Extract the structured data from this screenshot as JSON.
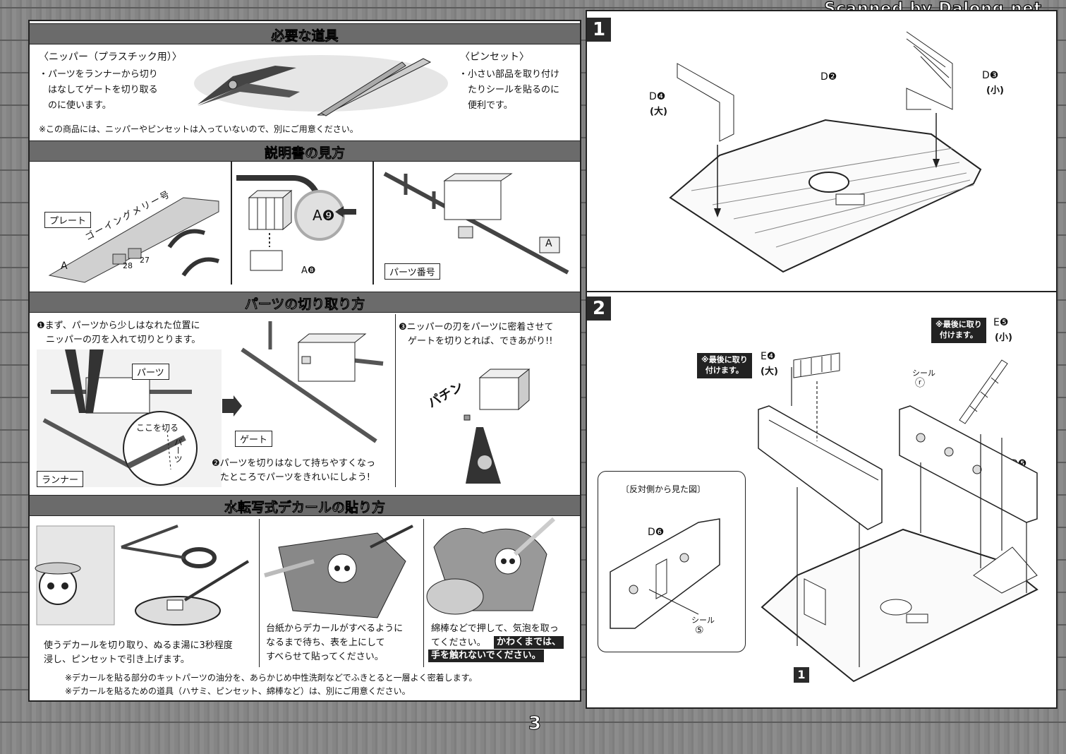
{
  "header": {
    "scan_credit": "Scanned by Dalong.net"
  },
  "left": {
    "tools": {
      "title": "必要な道具",
      "nipper_title": "〈ニッパー（プラスチック用）〉",
      "nipper_lines": [
        "・パーツをランナーから切り",
        "　はなしてゲートを切り取る",
        "　のに使います。"
      ],
      "tweezers_title": "〈ピンセット〉",
      "tweezers_lines": [
        "・小さい部品を取り付け",
        "　たりシールを貼るのに",
        "　便利です。"
      ],
      "note": "※この商品には、ニッパーやピンセットは入っていないので、別にご用意ください。"
    },
    "manual": {
      "title": "説明書の見方",
      "plate_label": "プレート",
      "plate_name": "ゴーイングメリー号",
      "plate_letter": "A",
      "runner_numbers": [
        "28",
        "27"
      ],
      "part_ref_a9": "A❾",
      "part_ref_a8": "A❽",
      "parts_number_label": "パーツ番号",
      "runner_letter": "A"
    },
    "cutting": {
      "title": "パーツの切り取り方",
      "step1_lines": [
        "❶まず、パーツから少しはなれた位置に",
        "　ニッパーの刃を入れて切りとります。"
      ],
      "parts_label": "パーツ",
      "cut_here": "ここを切る",
      "parts_vertical": "パーツ",
      "runner_label": "ランナー",
      "gate_label": "ゲート",
      "step2_lines": [
        "❷パーツを切りはなして持ちやすくなっ",
        "たところでパーツをきれいにしよう!"
      ],
      "step3_lines": [
        "❸ニッパーの刃をパーツに密着させて",
        "　ゲートを切りとれば、できあがり!!"
      ],
      "snap_sound": "パチン"
    },
    "decal": {
      "title": "水転写式デカールの貼り方",
      "step1_lines": [
        "使うデカールを切り取り、ぬるま湯に3秒程度",
        "浸し、ピンセットで引き上げます。"
      ],
      "step2_lines": [
        "台紙からデカールがすべるように",
        "なるまで待ち、表を上にして",
        "すべらせて貼ってください。"
      ],
      "step3_lines": [
        "綿棒などで押して、気泡を取っ",
        "てください。"
      ],
      "step3_highlight": [
        "かわくまでは、",
        "手を触れないでください。"
      ],
      "notes": [
        "※デカールを貼る部分のキットパーツの油分を、あらかじめ中性洗剤などでふきとると一層よく密着します。",
        "※デカールを貼るための道具（ハサミ、ピンセット、綿棒など）は、別にご用意ください。"
      ]
    }
  },
  "right": {
    "step1": {
      "number": "1",
      "d2": "D❷",
      "d3": "D❸",
      "d3_size": "(小)",
      "d4": "D❹",
      "d4_size": "(大)"
    },
    "step2": {
      "number": "2",
      "e4": "E❹",
      "e4_size": "(大)",
      "e5": "E❺",
      "e5_size": "(小)",
      "d5": "D❺",
      "d6": "D❻",
      "note_last": [
        "※最後に取り",
        "付けます。"
      ],
      "note_last2": [
        "※最後に取り",
        "付けます。"
      ],
      "sticker": "シール",
      "sticker_ri": "ⓡ",
      "sticker_ra": "⑤",
      "opposite_view": "〔反対側から見た図〕",
      "ref_step": "1"
    }
  },
  "footer": {
    "page_number": "3"
  }
}
